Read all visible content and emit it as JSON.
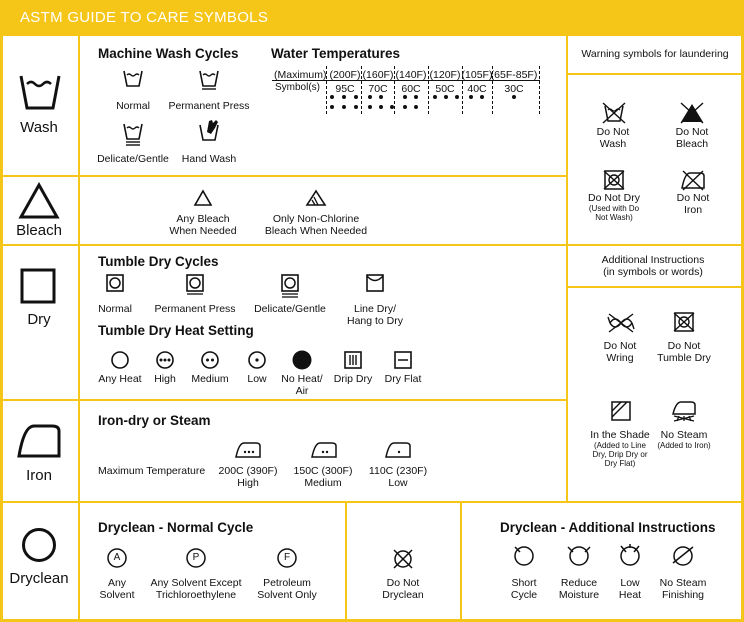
{
  "title": "ASTM GUIDE TO CARE SYMBOLS",
  "colors": {
    "accent": "#f5c518",
    "ink": "#111111"
  },
  "rows": {
    "wash": "Wash",
    "bleach": "Bleach",
    "dry": "Dry",
    "iron": "Iron",
    "dryclean": "Dryclean"
  },
  "wash": {
    "heading": "Machine Wash Cycles",
    "items": [
      "Normal",
      "Permanent Press",
      "Delicate/Gentle",
      "Hand Wash"
    ],
    "temps_heading": "Water Temperatures",
    "temps_row1_label": "(Maximum)",
    "temps_row2_label": "Symbol(s)",
    "temps": [
      {
        "f": "(200F)",
        "c": "95C"
      },
      {
        "f": "(160F)",
        "c": "70C"
      },
      {
        "f": "(140F)",
        "c": "60C"
      },
      {
        "f": "(120F)",
        "c": "50C"
      },
      {
        "f": "(105F)",
        "c": "40C"
      },
      {
        "f": "(65F-85F)",
        "c": "30C"
      }
    ]
  },
  "bleach": {
    "any_line1": "Any Bleach",
    "any_line2": "When Needed",
    "nonchlorine_line1": "Only Non-Chlorine",
    "nonchlorine_line2": "Bleach When Needed"
  },
  "dry": {
    "cycles_heading": "Tumble Dry Cycles",
    "cycles": [
      "Normal",
      "Permanent Press",
      "Delicate/Gentle"
    ],
    "line_dry_1": "Line Dry/",
    "line_dry_2": "Hang to Dry",
    "heat_heading": "Tumble Dry Heat Setting",
    "heat": [
      "Any Heat",
      "High",
      "Medium",
      "Low"
    ],
    "no_heat_1": "No Heat/",
    "no_heat_2": "Air",
    "drip_dry": "Drip Dry",
    "dry_flat": "Dry Flat"
  },
  "iron": {
    "heading": "Iron-dry or Steam",
    "max_temp": "Maximum Temperature",
    "levels": [
      {
        "temp": "200C (390F)",
        "name": "High"
      },
      {
        "temp": "150C (300F)",
        "name": "Medium"
      },
      {
        "temp": "110C (230F)",
        "name": "Low"
      }
    ]
  },
  "dryclean": {
    "heading": "Dryclean - Normal Cycle",
    "any_1": "Any",
    "any_2": "Solvent",
    "anyexcept_1": "Any Solvent Except",
    "anyexcept_2": "Trichloroethylene",
    "petroleum_1": "Petroleum",
    "petroleum_2": "Solvent Only",
    "letters": [
      "A",
      "P",
      "F"
    ],
    "donot_1": "Do Not",
    "donot_2": "Dryclean",
    "additional_heading": "Dryclean - Additional Instructions",
    "additional": [
      {
        "l1": "Short",
        "l2": "Cycle"
      },
      {
        "l1": "Reduce",
        "l2": "Moisture"
      },
      {
        "l1": "Low",
        "l2": "Heat"
      },
      {
        "l1": "No Steam",
        "l2": "Finishing"
      }
    ]
  },
  "warning": {
    "heading": "Warning symbols for laundering",
    "donotwash_1": "Do Not",
    "donotwash_2": "Wash",
    "donotbleach_1": "Do Not",
    "donotbleach_2": "Bleach",
    "donotdry_1": "Do Not Dry",
    "donotdry_2": "(Used with Do",
    "donotdry_3": "Not Wash)",
    "donotiron_1": "Do Not",
    "donotiron_2": "Iron"
  },
  "additional": {
    "heading_1": "Additional Instructions",
    "heading_2": "(in symbols or words)",
    "wring_1": "Do Not",
    "wring_2": "Wring",
    "tumble_1": "Do Not",
    "tumble_2": "Tumble Dry",
    "shade_1": "In the Shade",
    "shade_2": "(Added to Line",
    "shade_3": "Dry, Drip Dry or",
    "shade_4": "Dry Flat)",
    "nosteam_1": "No Steam",
    "nosteam_2": "(Added to Iron)"
  }
}
